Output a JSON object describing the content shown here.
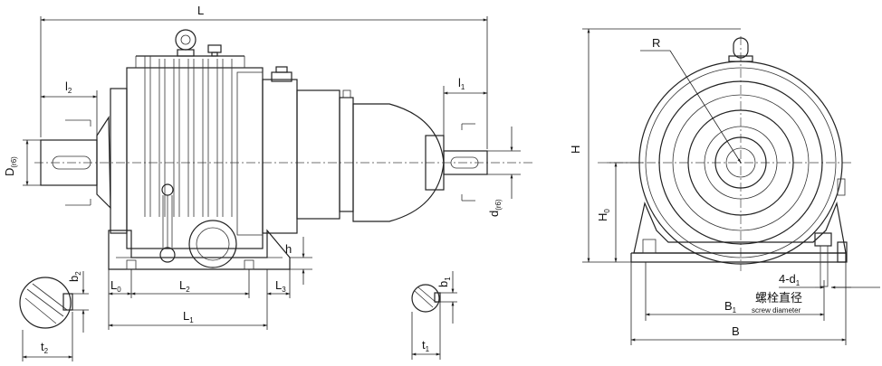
{
  "left_view": {
    "overall_length": "L",
    "input_shaft_length": "l",
    "input_shaft_length_sub": "2",
    "output_shaft_length": "l",
    "output_shaft_length_sub": "1",
    "large_shaft_diameter": "D",
    "large_shaft_diameter_sub": "(r6)",
    "small_shaft_diameter": "d",
    "small_shaft_diameter_sub": "(r6)",
    "foot_thickness": "h",
    "foot_offset": "L",
    "foot_offset_sub": "0",
    "hole_spacing": "L",
    "hole_spacing_sub": "2",
    "foot_length": "L",
    "foot_length_sub": "1",
    "foot_end_offset": "L",
    "foot_end_offset_sub": "3"
  },
  "key_sections": {
    "large": {
      "depth": "t",
      "depth_sub": "2",
      "width": "b",
      "width_sub": "2"
    },
    "small": {
      "depth": "t",
      "depth_sub": "1",
      "width": "b",
      "width_sub": "1"
    }
  },
  "right_view": {
    "radius": "R",
    "height": "H",
    "center_height": "H",
    "center_height_sub": "0",
    "bolt_spacing": "B",
    "bolt_spacing_sub": "1",
    "foot_width": "B",
    "bolt_holes": "4-d",
    "bolt_holes_sub": "1",
    "bolt_label_cn": "螺栓直径",
    "bolt_label_en": "screw diameter"
  }
}
